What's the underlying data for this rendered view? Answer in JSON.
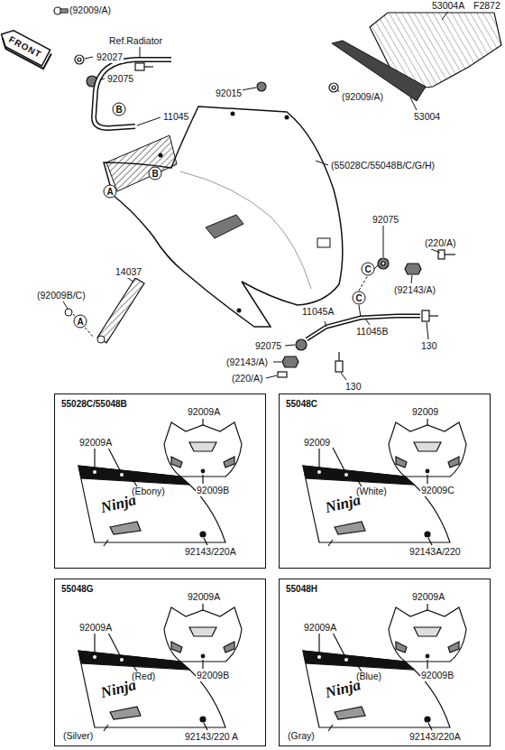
{
  "diagram": {
    "nodes": [
      {
        "text": [
          "55028C/55048B",
          "92009A",
          "92009A",
          "(Ebony)",
          "92009B",
          "92143/220A",
          "Ninja"
        ]
      },
      {
        "text": [
          "55048C",
          "92009",
          "92009",
          "(White)",
          "92009C",
          "92143A/220",
          "Ninja"
        ]
      },
      {
        "text": [
          "55048G",
          "92009A",
          "92009A",
          "(Red)",
          "92009B",
          "(Silver)",
          "92143/220 A",
          "Ninja"
        ]
      },
      {
        "text": [
          "55048H",
          "92009A",
          "92009A",
          "(Blue)",
          "92009B",
          "(Gray)",
          "92143/220A",
          "Ninja"
        ]
      }
    ],
    "labels": [
      "53004A",
      "F2872",
      "FRONT",
      "(92009/A)",
      "Ref.Radiator",
      "92027",
      "92075",
      "B",
      "11045",
      "92015",
      "(92009/A)",
      "53004",
      "B",
      "(55028C/55048B/C/G/H)",
      "A",
      "92075",
      "(220/A)",
      "C",
      "(92143/A)",
      "C",
      "14037",
      "(92009B/C)",
      "A",
      "11045A",
      "11045B",
      "92075",
      "130",
      "(92143/A)",
      "(220/A)",
      "130"
    ]
  }
}
